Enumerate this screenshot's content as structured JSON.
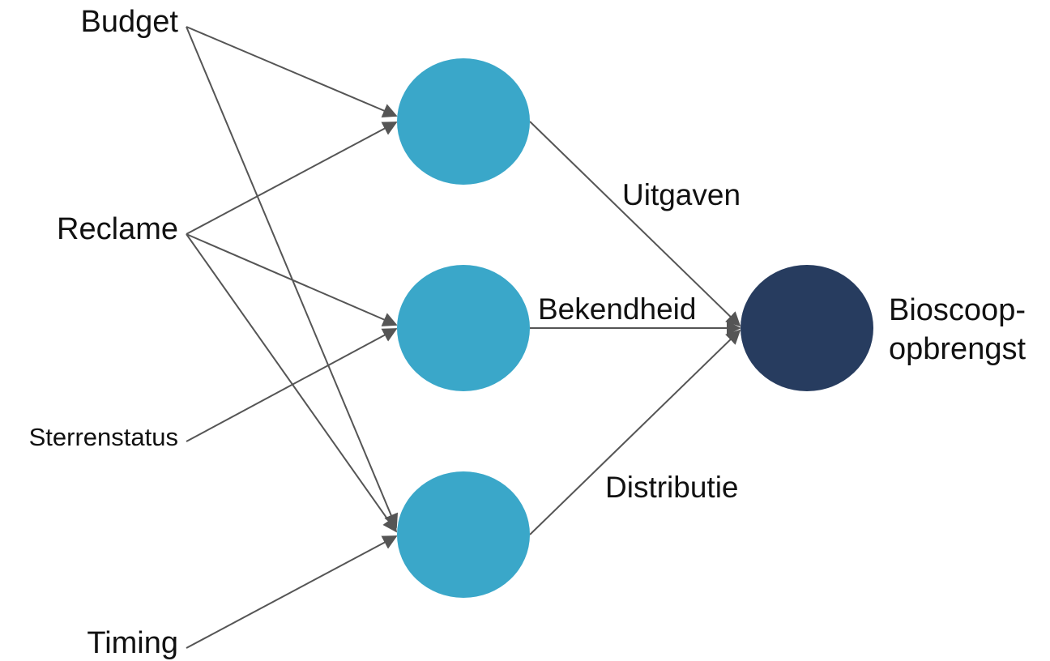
{
  "diagram": {
    "inputs": {
      "budget": "Budget",
      "reclame": "Reclame",
      "sterrenstatus": "Sterrenstatus",
      "timing": "Timing"
    },
    "edge_labels": {
      "uitgaven": "Uitgaven",
      "bekendheid": "Bekendheid",
      "distributie": "Distributie"
    },
    "output": {
      "line1": "Bioscoop-",
      "line2": "opbrengst"
    },
    "colors": {
      "hidden_node": "#3aa7c9",
      "output_node": "#273c5f",
      "arrow": "#555555",
      "text": "#111111"
    }
  }
}
